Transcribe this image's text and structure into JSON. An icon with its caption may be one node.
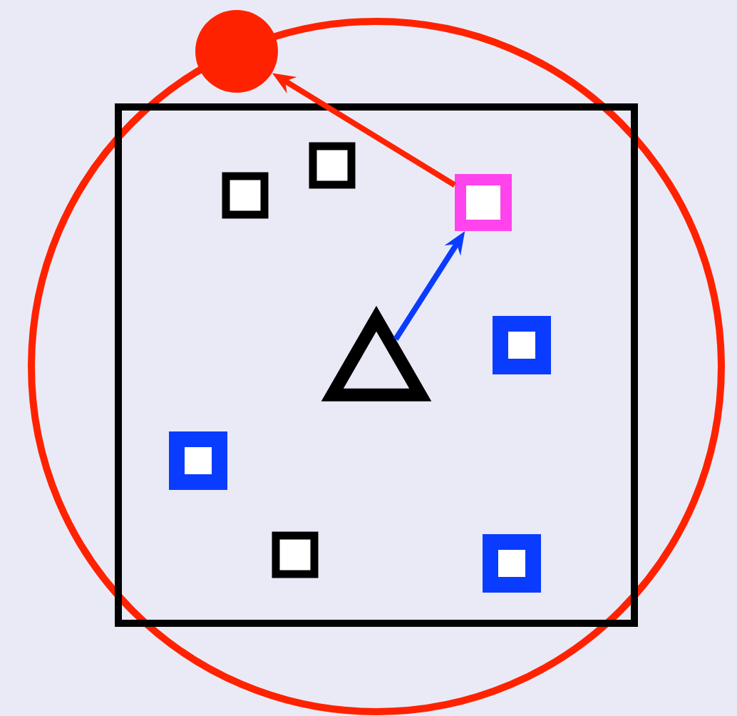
{
  "diagram": {
    "nodes": [
      {
        "text": [],
        "shape": "box"
      },
      {
        "text": [],
        "shape": "circle"
      },
      {
        "text": [],
        "shape": "box",
        "in": 0
      },
      {
        "text": [],
        "shape": "box",
        "in": 0
      },
      {
        "text": [],
        "shape": "box",
        "in": 0
      },
      {
        "text": [],
        "shape": "box",
        "in": 0
      },
      {
        "text": [],
        "shape": "triangle",
        "in": 0
      },
      {
        "text": [],
        "shape": "box",
        "in": 0
      },
      {
        "text": [],
        "shape": "box",
        "in": 0
      },
      {
        "text": [],
        "shape": "box",
        "in": 0
      }
    ],
    "edges": [
      {
        "from": 6,
        "to": 4,
        "arrow": "to",
        "color": "#0a3cff"
      },
      {
        "from": 4,
        "to": 1,
        "arrow": "to",
        "color": "#ff2200"
      }
    ]
  }
}
